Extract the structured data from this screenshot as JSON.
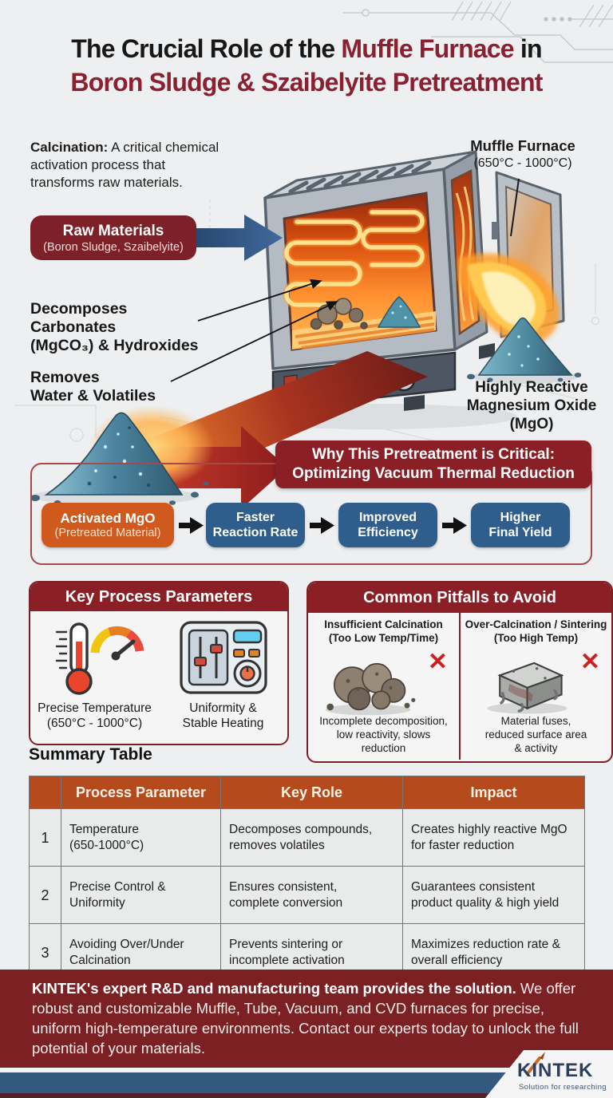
{
  "colors": {
    "accent_red": "#8a2026",
    "badge_red": "#7d2027",
    "step_orange": "#d05a1d",
    "step_blue": "#2f5d8c",
    "table_header_orange": "#b54a1c",
    "footer_red": "#7b2023",
    "bottom_band_blue": "#33597f"
  },
  "title": {
    "part1": "The Crucial Role of the ",
    "highlight": "Muffle Furnace",
    "part2": " in",
    "line2": "Boron Sludge & Szaibelyite Pretreatment"
  },
  "intro": {
    "lead": "Calcination:",
    "body": " A critical chemical\nactivation process that\ntransforms raw materials."
  },
  "furnace": {
    "label": "Muffle Furnace",
    "temp_range": "(650°C - 1000°C)"
  },
  "raw_materials": {
    "title": "Raw Materials",
    "subtitle": "(Boron Sludge, Szaibelyite)"
  },
  "callouts": {
    "decomposes": "Decomposes\nCarbonates\n(MgCO₃) & Hydroxides",
    "removes": "Removes\nWater & Volatiles",
    "output": "Highly Reactive\nMagnesium Oxide\n(MgO)"
  },
  "why_banner": {
    "line1": "Why This Pretreatment is Critical:",
    "line2": "Optimizing Vacuum Thermal Reduction"
  },
  "flow": {
    "step1_title": "Activated MgO",
    "step1_subtitle": "(Pretreated Material)",
    "step2": "Faster\nReaction Rate",
    "step3": "Improved\nEfficiency",
    "step4": "Higher\nFinal Yield"
  },
  "parameters": {
    "header": "Key Process Parameters",
    "item1": "Precise Temperature\n(650°C - 1000°C)",
    "item2": "Uniformity &\nStable Heating"
  },
  "pitfalls": {
    "header": "Common Pitfalls to Avoid",
    "left": {
      "title": "Insufficient Calcination\n(Too Low Temp/Time)",
      "mark": "✕",
      "desc": "Incomplete decomposition,\nlow reactivity, slows\nreduction"
    },
    "right": {
      "title": "Over-Calcination / Sintering\n(Too High Temp)",
      "mark": "✕",
      "desc": "Material fuses,\nreduced surface area\n& activity"
    }
  },
  "summary": {
    "heading": "Summary Table",
    "headers": [
      "",
      "Process Parameter",
      "Key Role",
      "Impact"
    ],
    "rows": [
      [
        "1",
        "Temperature\n(650-1000°C)",
        "Decomposes compounds,\nremoves volatiles",
        "Creates highly reactive MgO\nfor faster reduction"
      ],
      [
        "2",
        "Precise Control &\nUniformity",
        "Ensures consistent,\ncomplete conversion",
        "Guarantees consistent\nproduct quality & high yield"
      ],
      [
        "3",
        "Avoiding Over/Under\nCalcination",
        "Prevents sintering or\nincomplete activation",
        "Maximizes reduction rate &\noverall efficiency"
      ]
    ]
  },
  "footer": {
    "lead": "KINTEK's expert R&D and manufacturing team provides the solution.",
    "body": " We offer robust and customizable Muffle, Tube, Vacuum, and CVD furnaces for precise, uniform high-temperature environments. Contact our experts today to unlock the full potential of your materials."
  },
  "logo": {
    "name": "KINTEK",
    "tagline": "Solution for researching"
  }
}
